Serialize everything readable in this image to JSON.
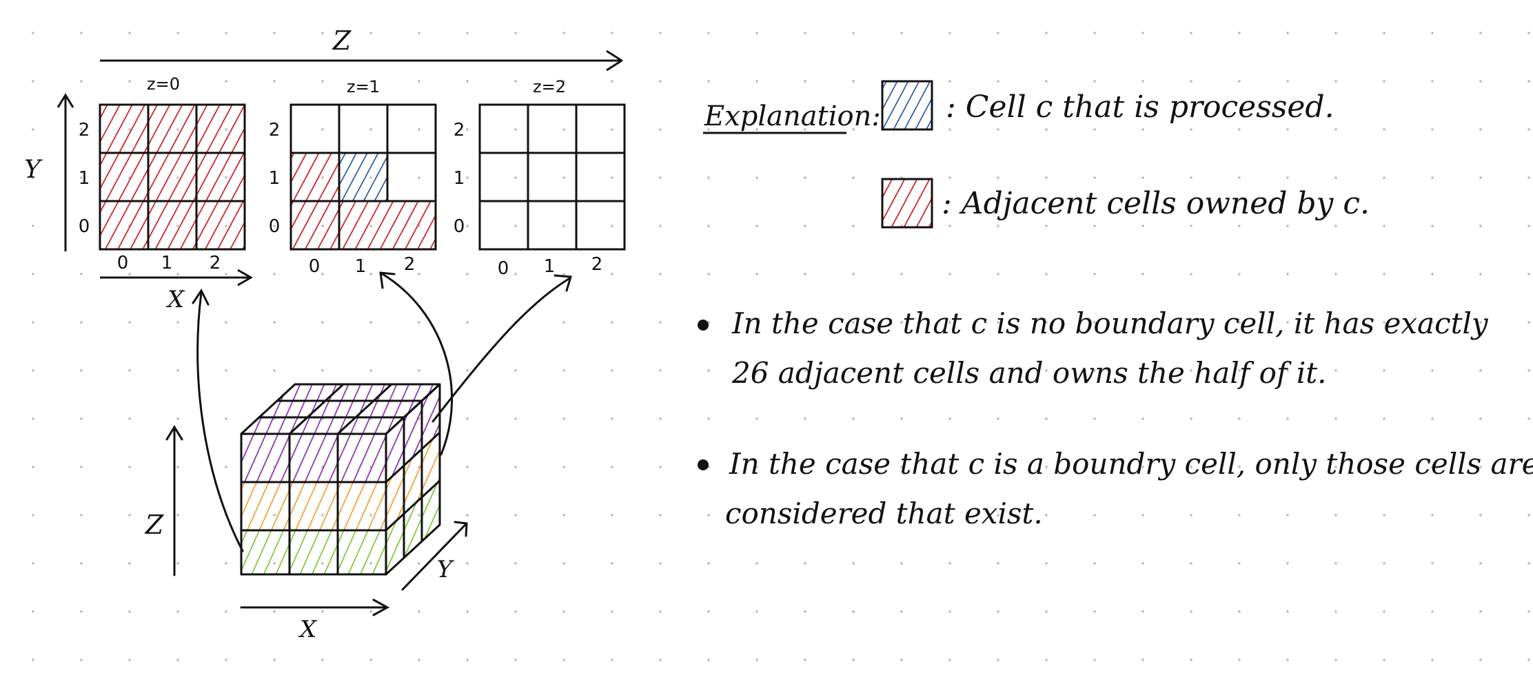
{
  "colors": {
    "ink": "#111111",
    "processed": "#1f4e9c",
    "owned": "#cc1a1a",
    "cube_top": "#8a2ba8",
    "cube_middle": "#f0a030",
    "cube_bottom": "#78c83a"
  },
  "diagram": {
    "z_axis_label": "Z",
    "slices": [
      {
        "label": "z=0"
      },
      {
        "label": "z=1"
      },
      {
        "label": "z=2"
      }
    ],
    "y_axis_label": "Y",
    "x_axis_label": "X",
    "tick_labels": [
      "0",
      "1",
      "2"
    ],
    "cube": {
      "z_label": "Z",
      "x_label": "X",
      "y_label": "Y"
    }
  },
  "legend": {
    "title": "Explanation:",
    "processed_text": ": Cell c that is processed.",
    "owned_text": ": Adjacent cells owned by c."
  },
  "notes": [
    {
      "line1": "In the case that c is no boundary cell, it has exactly",
      "line2": "26 adjacent cells and owns the half of it."
    },
    {
      "line1": "In the case that c is a boundry cell, only those cells are",
      "line2": "considered that exist."
    }
  ]
}
